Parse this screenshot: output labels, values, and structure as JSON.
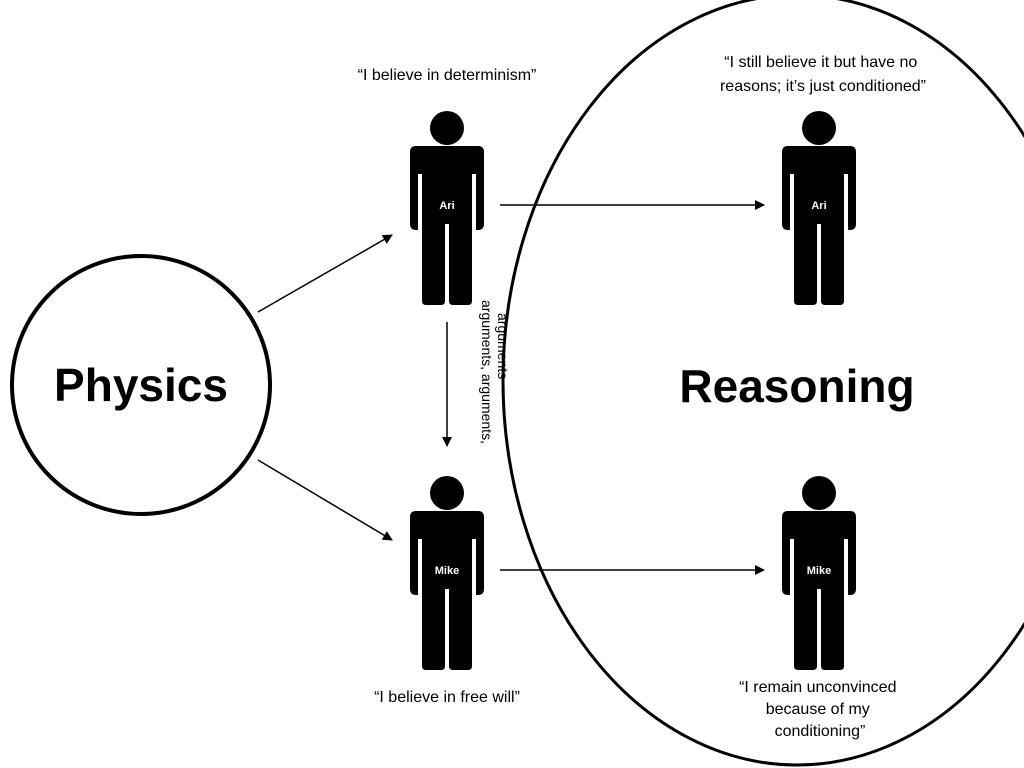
{
  "nodes": {
    "physics": "Physics",
    "reasoning": "Reasoning"
  },
  "figures": {
    "ari_left": "Ari",
    "ari_right": "Ari",
    "mike_left": "Mike",
    "mike_right": "Mike"
  },
  "quotes": {
    "ari_left": "“I believe in determinism”",
    "ari_right": [
      "“I still believe it but have no",
      "reasons; it’s just conditioned”"
    ],
    "mike_left": "“I believe in free will”",
    "mike_right": [
      "“I remain unconvinced",
      "because of my",
      "conditioning”"
    ]
  },
  "edge_labels": {
    "arguments": [
      "arguments, arguments,",
      "arguments"
    ]
  },
  "colors": {
    "ink": "#000000",
    "background": "#ffffff"
  }
}
